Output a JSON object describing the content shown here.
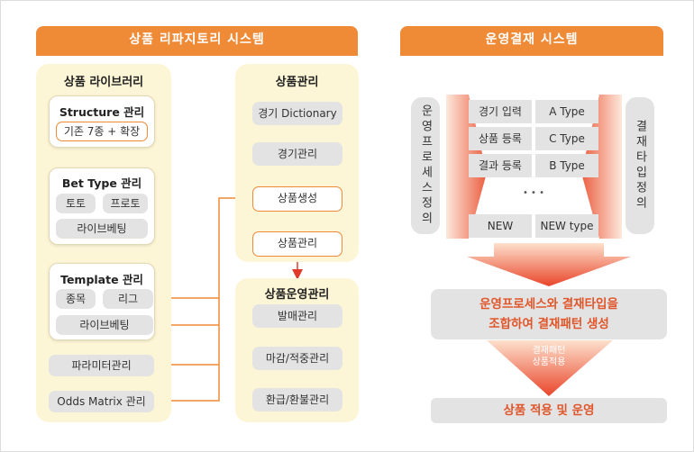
{
  "left_section": {
    "header": "상품 리파지토리 시스템"
  },
  "right_section": {
    "header": "운영결재 시스템"
  },
  "library": {
    "title": "상품 라이브러리",
    "structure": {
      "title": "Structure 관리",
      "item": "기존 7종 + 확장"
    },
    "bettype": {
      "title": "Bet Type 관리",
      "items": [
        "토토",
        "프로토",
        "라이브베팅"
      ]
    },
    "template": {
      "title": "Template 관리",
      "items": [
        "종목",
        "리그",
        "라이브베팅"
      ]
    },
    "param": "파라미터관리",
    "odds": "Odds Matrix 관리"
  },
  "product_mgmt": {
    "title": "상품관리",
    "items": [
      "경기 Dictionary",
      "경기관리",
      "상품생성",
      "상품관리"
    ]
  },
  "product_ops": {
    "title": "상품운영관리",
    "items": [
      "발매관리",
      "마감/적중관리",
      "환급/환불관리"
    ]
  },
  "approval": {
    "left_vertical": "운영프로세스정의",
    "right_vertical": "결재타입정의",
    "rows": [
      {
        "process": "경기 입력",
        "type": "A Type"
      },
      {
        "process": "상품 등록",
        "type": "C Type"
      },
      {
        "process": "결과 등록",
        "type": "B Type"
      }
    ],
    "ellipsis": "• • •",
    "new_row": {
      "process": "NEW",
      "type": "NEW type"
    },
    "combine_text": "운영프로세스와 결재타입을\n조합하여 결재패턴 생성",
    "apply_label": "결재패턴\n상품적용",
    "final": "상품 적용 및 운영"
  },
  "colors": {
    "accent": "#ef8a36",
    "panel": "#fdf6d6",
    "gray": "#e3e3e3"
  }
}
